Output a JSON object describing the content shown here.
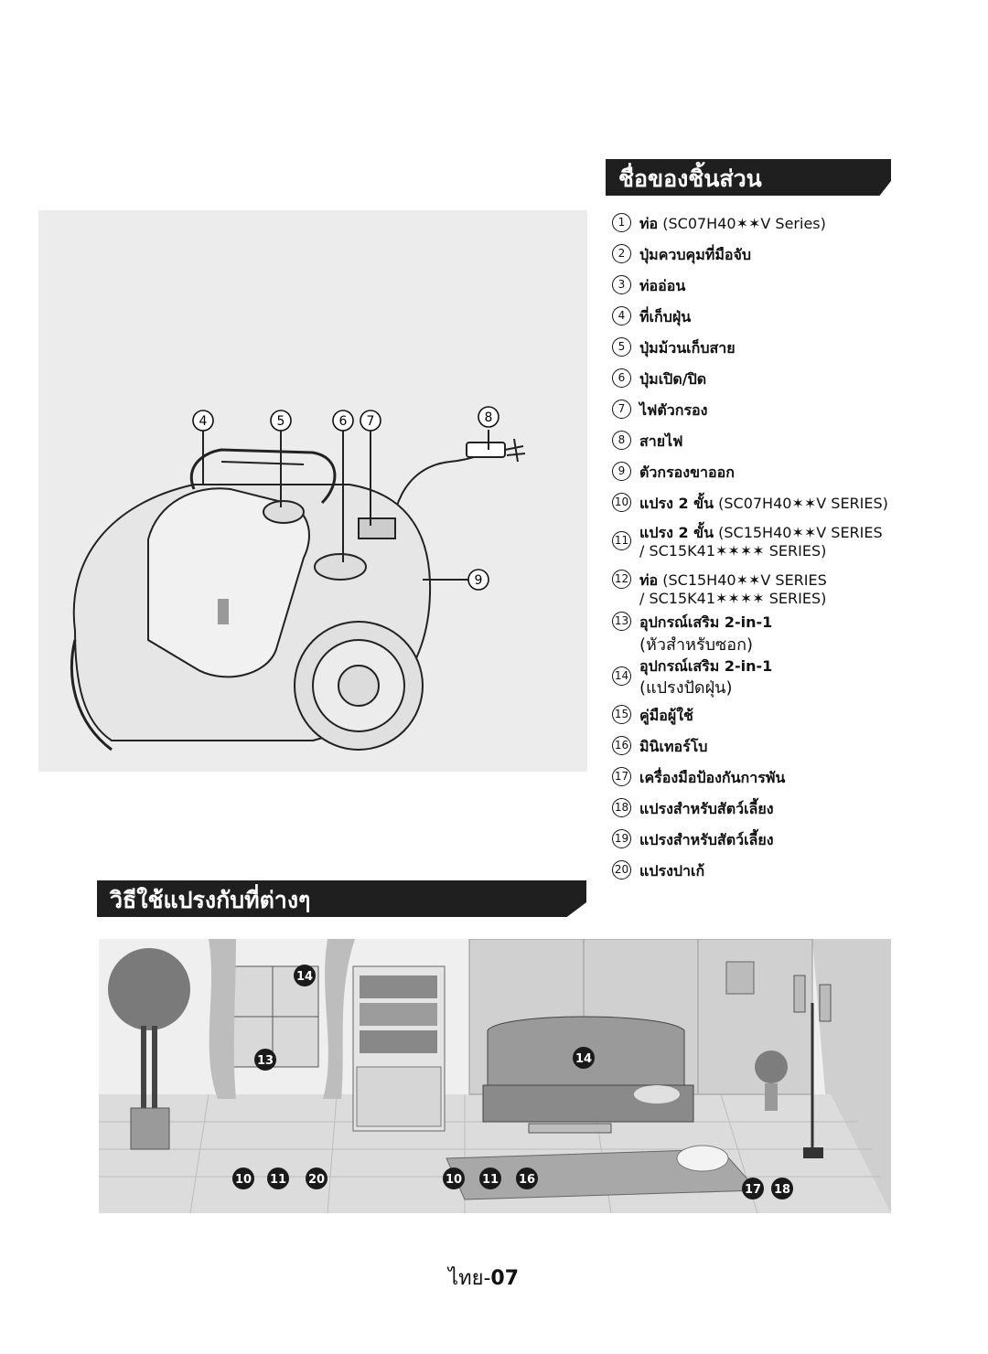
{
  "headers": {
    "parts_title": "ชื่อของชิ้นส่วน",
    "usage_title": "วิธีใช้แปรงกับที่ต่างๆ"
  },
  "product_callouts": [
    "4",
    "5",
    "6",
    "7",
    "8",
    "9"
  ],
  "parts": [
    {
      "num": "1",
      "name": "ท่อ",
      "model": "(SC07H40✶✶V Series)"
    },
    {
      "num": "2",
      "name": "ปุ่มควบคุมที่มือจับ",
      "model": ""
    },
    {
      "num": "3",
      "name": "ท่ออ่อน",
      "model": ""
    },
    {
      "num": "4",
      "name": "ที่เก็บฝุ่น",
      "model": ""
    },
    {
      "num": "5",
      "name": "ปุ่มม้วนเก็บสาย",
      "model": ""
    },
    {
      "num": "6",
      "name": "ปุ่มเปิด/ปิด",
      "model": ""
    },
    {
      "num": "7",
      "name": "ไฟตัวกรอง",
      "model": ""
    },
    {
      "num": "8",
      "name": "สายไฟ",
      "model": ""
    },
    {
      "num": "9",
      "name": "ตัวกรองขาออก",
      "model": ""
    },
    {
      "num": "10",
      "name": "แปรง 2 ขั้น",
      "model": "(SC07H40✶✶V SERIES)"
    },
    {
      "num": "11",
      "name": "แปรง 2 ขั้น",
      "model": "(SC15H40✶✶V SERIES",
      "line2": "/ SC15K41✶✶✶✶ SERIES)"
    },
    {
      "num": "12",
      "name": "ท่อ",
      "model": "(SC15H40✶✶V SERIES",
      "line2": "/ SC15K41✶✶✶✶ SERIES)"
    },
    {
      "num": "13",
      "name": "อุปกรณ์เสริม 2-in-1",
      "model": "",
      "line2": "(หัวสำหรับซอก)"
    },
    {
      "num": "14",
      "name": "อุปกรณ์เสริม 2-in-1",
      "model": "",
      "line2": "(แปรงปัดฝุ่น)"
    },
    {
      "num": "15",
      "name": "คู่มือผู้ใช้",
      "model": ""
    },
    {
      "num": "16",
      "name": "มินิเทอร์โบ",
      "model": ""
    },
    {
      "num": "17",
      "name": "เครื่องมือป้องกันการพัน",
      "model": ""
    },
    {
      "num": "18",
      "name": "แปรงสำหรับสัตว์เลี้ยง",
      "model": ""
    },
    {
      "num": "19",
      "name": "แปรงสำหรับสัตว์เลี้ยง",
      "model": ""
    },
    {
      "num": "20",
      "name": "แปรงปาเก้",
      "model": ""
    }
  ],
  "room_callouts": [
    "14",
    "13",
    "14",
    "10",
    "11",
    "20",
    "10",
    "11",
    "16",
    "17",
    "18"
  ],
  "page_number": {
    "prefix": "ไทย-",
    "number": "07"
  }
}
